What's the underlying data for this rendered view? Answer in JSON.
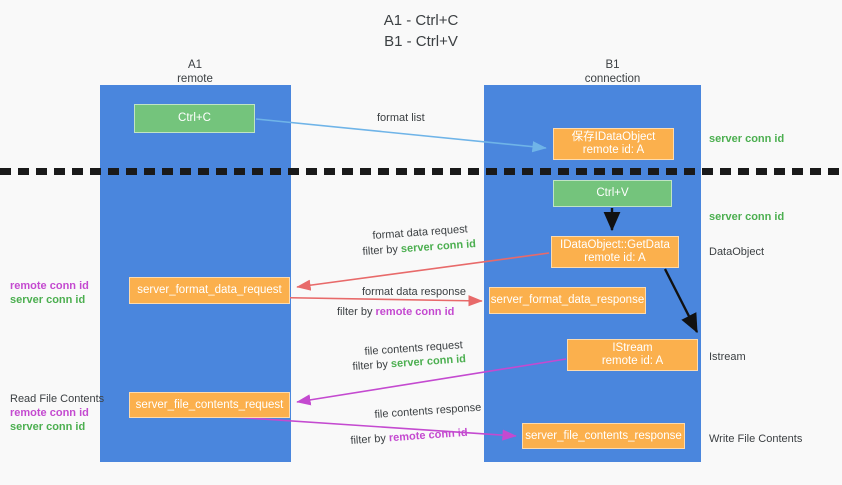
{
  "title": {
    "line1": "A1 - Ctrl+C",
    "line2": "B1 - Ctrl+V"
  },
  "columns": [
    {
      "name": "A1",
      "subtitle": "remote"
    },
    {
      "name": "B1",
      "subtitle": "connection"
    }
  ],
  "nodes": {
    "ctrl_c": {
      "label": "Ctrl+C",
      "color": "#74c47c"
    },
    "idataobject": {
      "line1": "保存IDataObject",
      "line2": "remote id: A",
      "color": "#fbb04d"
    },
    "ctrl_v": {
      "label": "Ctrl+V",
      "color": "#74c47c"
    },
    "getdata": {
      "line1": "IDataObject::GetData",
      "line2": "remote id: A",
      "color": "#fbb04d"
    },
    "server_format_data_request": {
      "label": "server_format_data_request",
      "color": "#fbb04d"
    },
    "server_format_data_response": {
      "label": "server_format_data_response",
      "color": "#fbb04d"
    },
    "istream": {
      "line1": "IStream",
      "line2": "remote id: A",
      "color": "#fbb04d"
    },
    "server_file_contents_request": {
      "label": "server_file_contents_request",
      "color": "#fbb04d"
    },
    "server_file_contents_response": {
      "label": "server_file_contents_response",
      "color": "#fbb04d"
    }
  },
  "edges": {
    "format_list": "format list",
    "format_data_request": "format data request",
    "format_data_request_filter_prefix": "filter by ",
    "format_data_request_filter_value": "server conn id",
    "format_data_response": "format data response",
    "format_data_response_filter_prefix": "filter by ",
    "format_data_response_filter_value": "remote conn id",
    "file_contents_request": "file contents request",
    "file_contents_request_filter_prefix": "filter by ",
    "file_contents_request_filter_value": "server conn id",
    "file_contents_response": "file contents response",
    "file_contents_response_filter_prefix": "filter by ",
    "file_contents_response_filter_value": "remote conn id"
  },
  "annotations": {
    "server_conn_id_top": "server conn id",
    "server_conn_id_mid": "server conn id",
    "dataobject": "DataObject",
    "istream": "Istream",
    "write_file_contents": "Write File Contents",
    "read_file_contents": "Read File Contents",
    "remote_conn_id_a": "remote conn id",
    "server_conn_id_a": "server conn id",
    "remote_conn_id_b": "remote conn id",
    "server_conn_id_b": "server conn id"
  },
  "colors": {
    "lane": "#4a86dd",
    "green": "#74c47c",
    "orange": "#fbb04d",
    "green_text": "#4caf50",
    "purple_text": "#c44ad0",
    "arrow_blue": "#6fb4e8",
    "arrow_red": "#e86a6a",
    "arrow_purple": "#c44ad0",
    "arrow_black": "#111111",
    "background": "#f9f9f9"
  }
}
